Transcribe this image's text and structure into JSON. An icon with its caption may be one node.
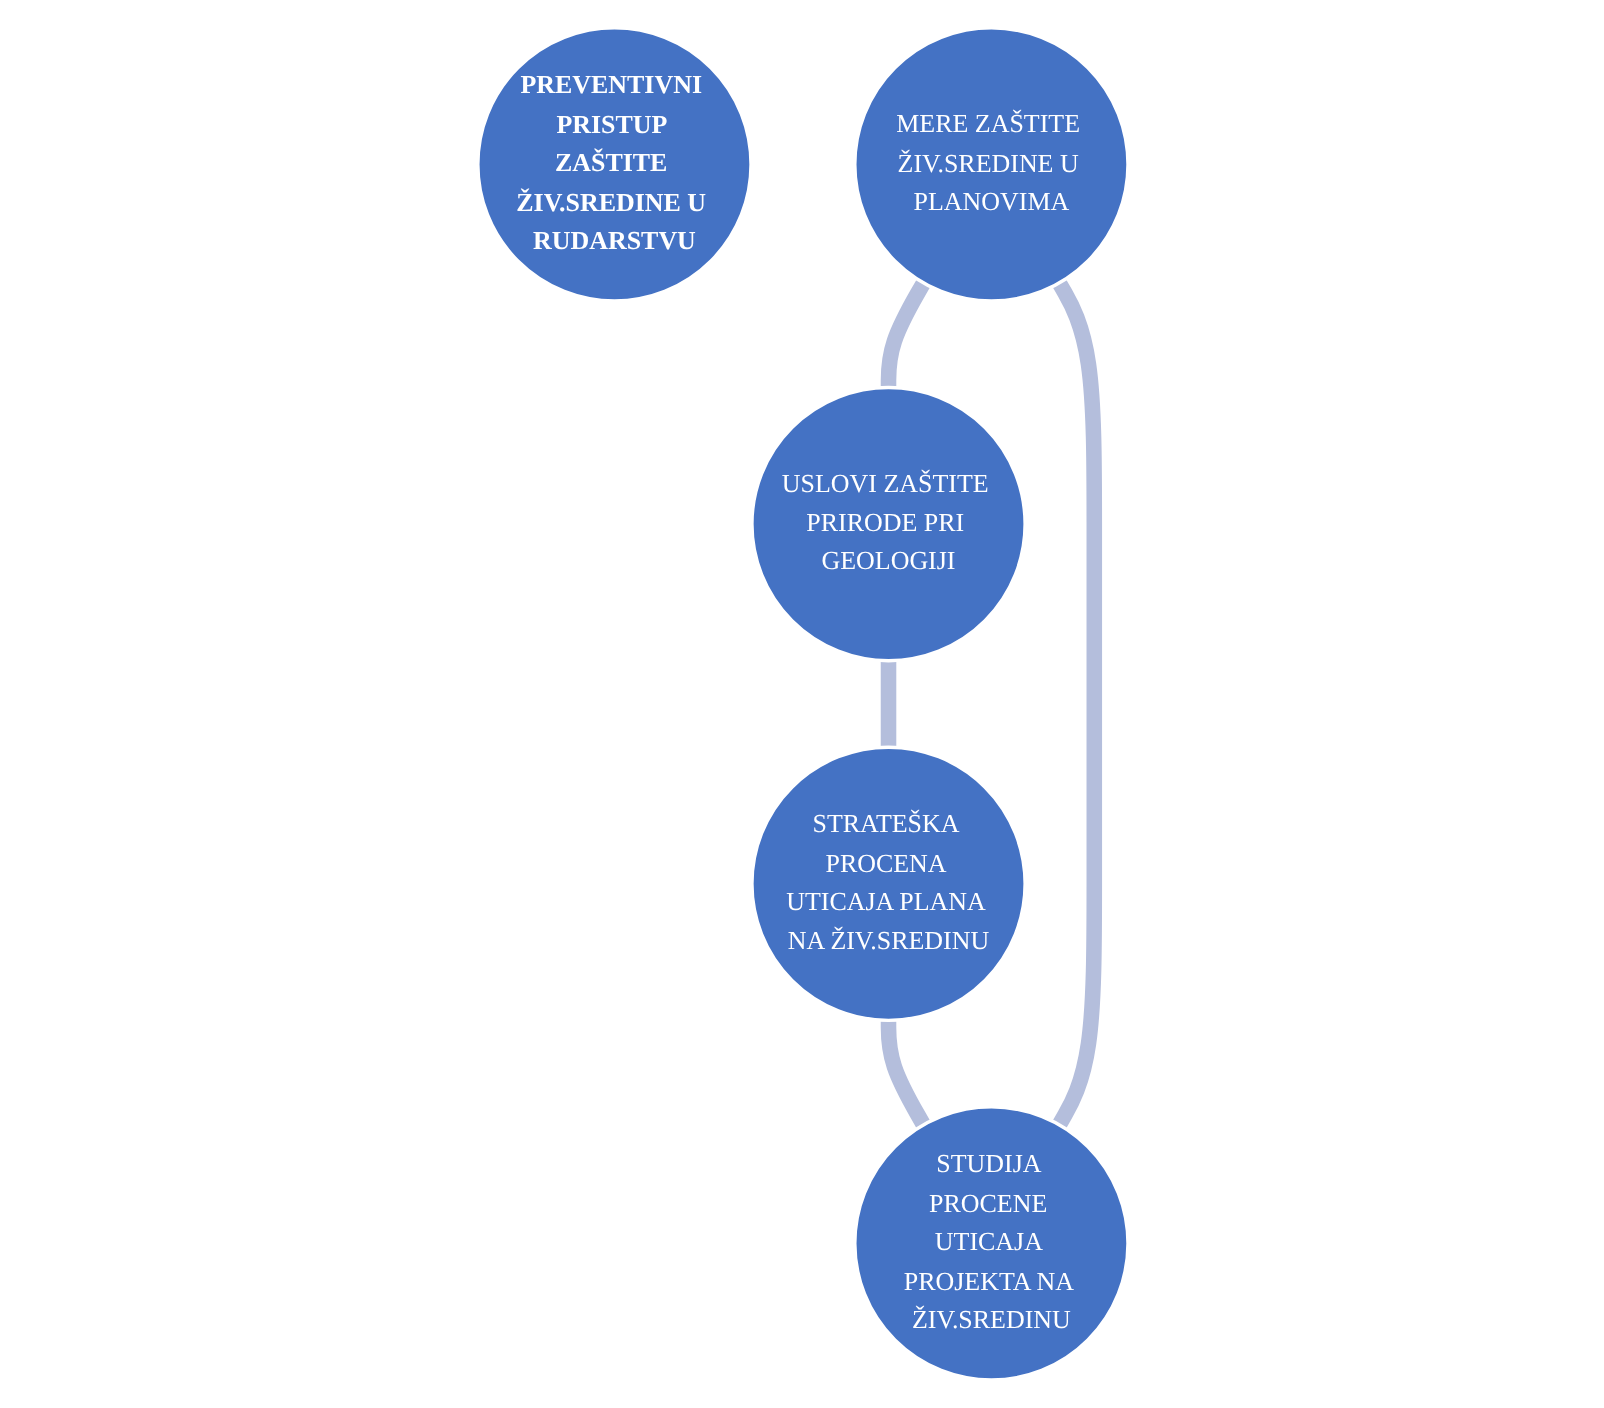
{
  "diagram": {
    "nodes": [
      {
        "text": [
          "PREVENTIVNI PRISTUP ZAŠTITE ŽIV.SREDINE U RUDARSTVU"
        ]
      },
      {
        "text": [
          "MERE ZAŠTITE ŽIV.SREDINE U PLANOVIMA"
        ]
      },
      {
        "text": [
          "USLOVI ZAŠTITE PRIRODE PRI GEOLOGIJI"
        ]
      },
      {
        "text": [
          "STRATEŠKA PROCENA UTICAJA PLANA NA ŽIV.SREDINU"
        ]
      },
      {
        "text": [
          "STUDIJA PROCENE UTICAJA PROJEKTA NA ŽIV.SREDINU"
        ]
      }
    ],
    "edges": [
      {
        "from": 1,
        "to": 2,
        "arrow": "none"
      },
      {
        "from": 2,
        "to": 3,
        "arrow": "none"
      },
      {
        "from": 3,
        "to": 4,
        "arrow": "none"
      },
      {
        "from": 4,
        "to": 1,
        "arrow": "none"
      }
    ]
  }
}
